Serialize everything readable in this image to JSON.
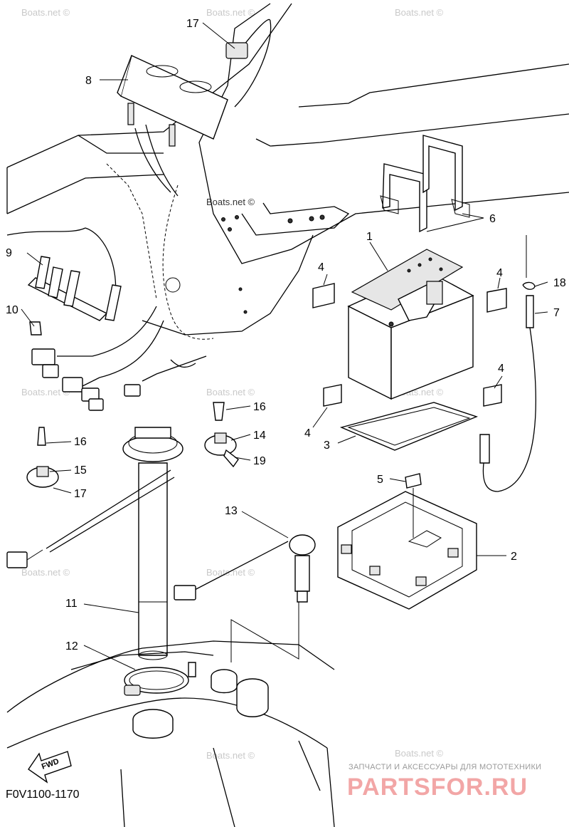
{
  "diagram": {
    "code": "F0V1100-1170",
    "direction_label": "FWD",
    "watermark": "Boats.net ©",
    "callouts": [
      {
        "id": "c1",
        "label": "1"
      },
      {
        "id": "c2",
        "label": "2"
      },
      {
        "id": "c3",
        "label": "3"
      },
      {
        "id": "c4a",
        "label": "4"
      },
      {
        "id": "c4b",
        "label": "4"
      },
      {
        "id": "c4c",
        "label": "4"
      },
      {
        "id": "c4d",
        "label": "4"
      },
      {
        "id": "c5",
        "label": "5"
      },
      {
        "id": "c6",
        "label": "6"
      },
      {
        "id": "c7",
        "label": "7"
      },
      {
        "id": "c8",
        "label": "8"
      },
      {
        "id": "c9",
        "label": "9"
      },
      {
        "id": "c10",
        "label": "10"
      },
      {
        "id": "c11",
        "label": "11"
      },
      {
        "id": "c12",
        "label": "12"
      },
      {
        "id": "c13",
        "label": "13"
      },
      {
        "id": "c14",
        "label": "14"
      },
      {
        "id": "c15",
        "label": "15"
      },
      {
        "id": "c16a",
        "label": "16"
      },
      {
        "id": "c16b",
        "label": "16"
      },
      {
        "id": "c17a",
        "label": "17"
      },
      {
        "id": "c17b",
        "label": "17"
      },
      {
        "id": "c18",
        "label": "18"
      },
      {
        "id": "c19",
        "label": "19"
      }
    ]
  },
  "brand": {
    "tagline": "ЗАПЧАСТИ И АКСЕССУАРЫ ДЛЯ МОТОТЕХНИКИ",
    "name": "PARTSFOR.RU"
  }
}
